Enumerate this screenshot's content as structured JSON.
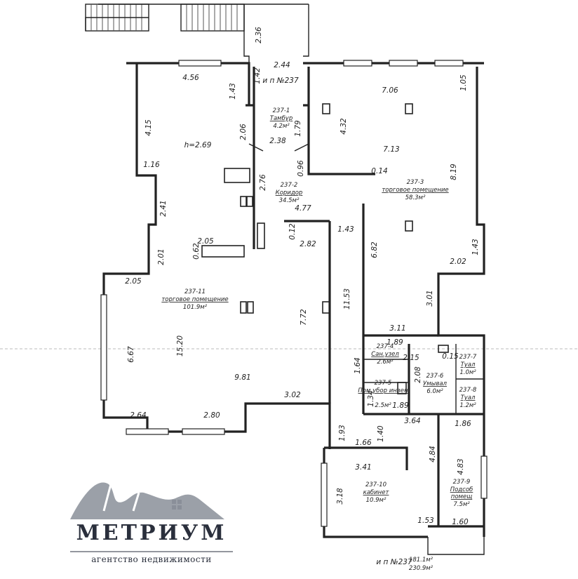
{
  "apartment": {
    "title": "и п №237",
    "total_area_1": "181.1м²",
    "total_area_2": "230.9м²",
    "footer_label": "и п №237"
  },
  "rooms": [
    {
      "id": "237-1",
      "name": "Тамбур",
      "area": "4.2м²"
    },
    {
      "id": "237-2",
      "name": "Коридор",
      "area": "34.5м²"
    },
    {
      "id": "237-3",
      "name": "торговое помещение",
      "area": "58.3м²"
    },
    {
      "id": "237-4",
      "name": "Сан.узел",
      "area": "2.6м²"
    },
    {
      "id": "237-5",
      "name": "Пом.убор инвен",
      "area": "2.5м²"
    },
    {
      "id": "237-6",
      "name": "Умывал",
      "area": "6.0м²"
    },
    {
      "id": "237-7",
      "name": "Туал",
      "area": "1.0м²"
    },
    {
      "id": "237-8",
      "name": "Туал",
      "area": "1.2м²"
    },
    {
      "id": "237-9",
      "name": "Подсоб помещ",
      "area": "7.5м²"
    },
    {
      "id": "237-10",
      "name": "кабинет",
      "area": "10.9м²"
    },
    {
      "id": "237-11",
      "name": "торговое помещение",
      "area": "101.9м²"
    }
  ],
  "dimensions": [
    "2.36",
    "2.44",
    "1.42",
    "4.56",
    "1.43",
    "7.06",
    "1.05",
    "4.15",
    "h=2.69",
    "2.06",
    "1.79",
    "2.38",
    "4.32",
    "7.13",
    "1.16",
    "0.96",
    "0.14",
    "2.76",
    "8.19",
    "2.41",
    "4.77",
    "0.12",
    "1.43",
    "2.05",
    "2.82",
    "6.82",
    "2.01",
    "0.62",
    "2.02",
    "1.43",
    "2.05",
    "3.01",
    "7.72",
    "11.53",
    "3.11",
    "1.89",
    "6.67",
    "15.20",
    "2.15",
    "1.64",
    "2.08",
    "9.81",
    "1.34",
    "3.02",
    "1.89",
    "3.64",
    "2.64",
    "2.80",
    "1.93",
    "1.40",
    "1.66",
    "1.86",
    "4.84",
    "4.83",
    "3.41",
    "3.18",
    "1.53",
    "1.60",
    "0.15"
  ],
  "logo": {
    "brand": "МЕТРИУМ",
    "tagline": "агентство недвижимости",
    "colors": {
      "mark": "#8a8f99",
      "text": "#2a2f3c"
    }
  }
}
